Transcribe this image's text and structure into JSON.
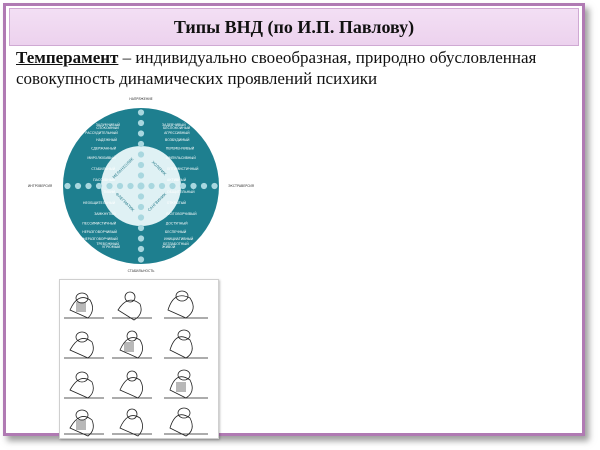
{
  "slide": {
    "title": "Типы ВНД (по И.П. Павлову)",
    "definition_term": "Темперамент",
    "definition_text": " – индивидуально своеобразная, природно обусловленная совокупность динамических проявлений психики"
  },
  "temperament_circle": {
    "axis_top": "НАПРЯЖЕНИЕ",
    "axis_bottom": "СТАБИЛЬНОСТЬ",
    "axis_left": "ИНТРОВЕРСИЯ",
    "axis_right": "ЭКСТРАВЕРСИЯ",
    "inner_words": [
      "МЕЛАНХОЛИК",
      "ХОЛЕРИК",
      "ФЛЕГМАТИК",
      "САНГВИНИК"
    ],
    "colors": {
      "ring": "#1e7f8f",
      "inner": "#dff1f4",
      "dots": "#a8d7df"
    },
    "traits": [
      "ЗАДЕВЧИВЫЙ",
      "БЕСПОКОЙНЫЙ",
      "АГРЕССИВНЫЙ",
      "ВОЗБУДИМЫЙ",
      "ПЕРЕМЕНЧИВЫЙ",
      "ИМПУЛЬСИВНЫЙ",
      "ОПТИМИСТИЧНЫЙ",
      "АКТИВНЫЙ",
      "ОБЩИТЕЛЬНЫЙ",
      "ОТКРЫТЫЙ",
      "РАЗГОВОРЧИВЫЙ",
      "ДОСТУПНЫЙ",
      "БЕСПЕЧНЫЙ",
      "ИНИЦИАТИВНЫЙ",
      "БЕЗЗАБОТНЫЙ",
      "ЖИВОЙ",
      "ЗАДУМЧИВЫЙ",
      "СПОКОЙНЫЙ",
      "РАССУДИТЕЛЬНЫЙ",
      "НАДЕЖНЫЙ",
      "СДЕРЖАННЫЙ",
      "МИРОЛЮБИВЫЙ",
      "СТАБИЛЬНЫЙ",
      "ПАССИВНЫЙ",
      "ТИХИЙ",
      "НЕОБЩИТЕЛЬНЫЙ",
      "ЗАМКНУТЫЙ",
      "ПЕССИМИСТИЧНЫЙ",
      "НЕРАЗГОВОРЧИВЫЙ",
      "НЕРАЗГОВОРЧИВЫЙ",
      "ТРЕВОЖНЫЙ",
      "УГРЮМЫЙ"
    ]
  }
}
